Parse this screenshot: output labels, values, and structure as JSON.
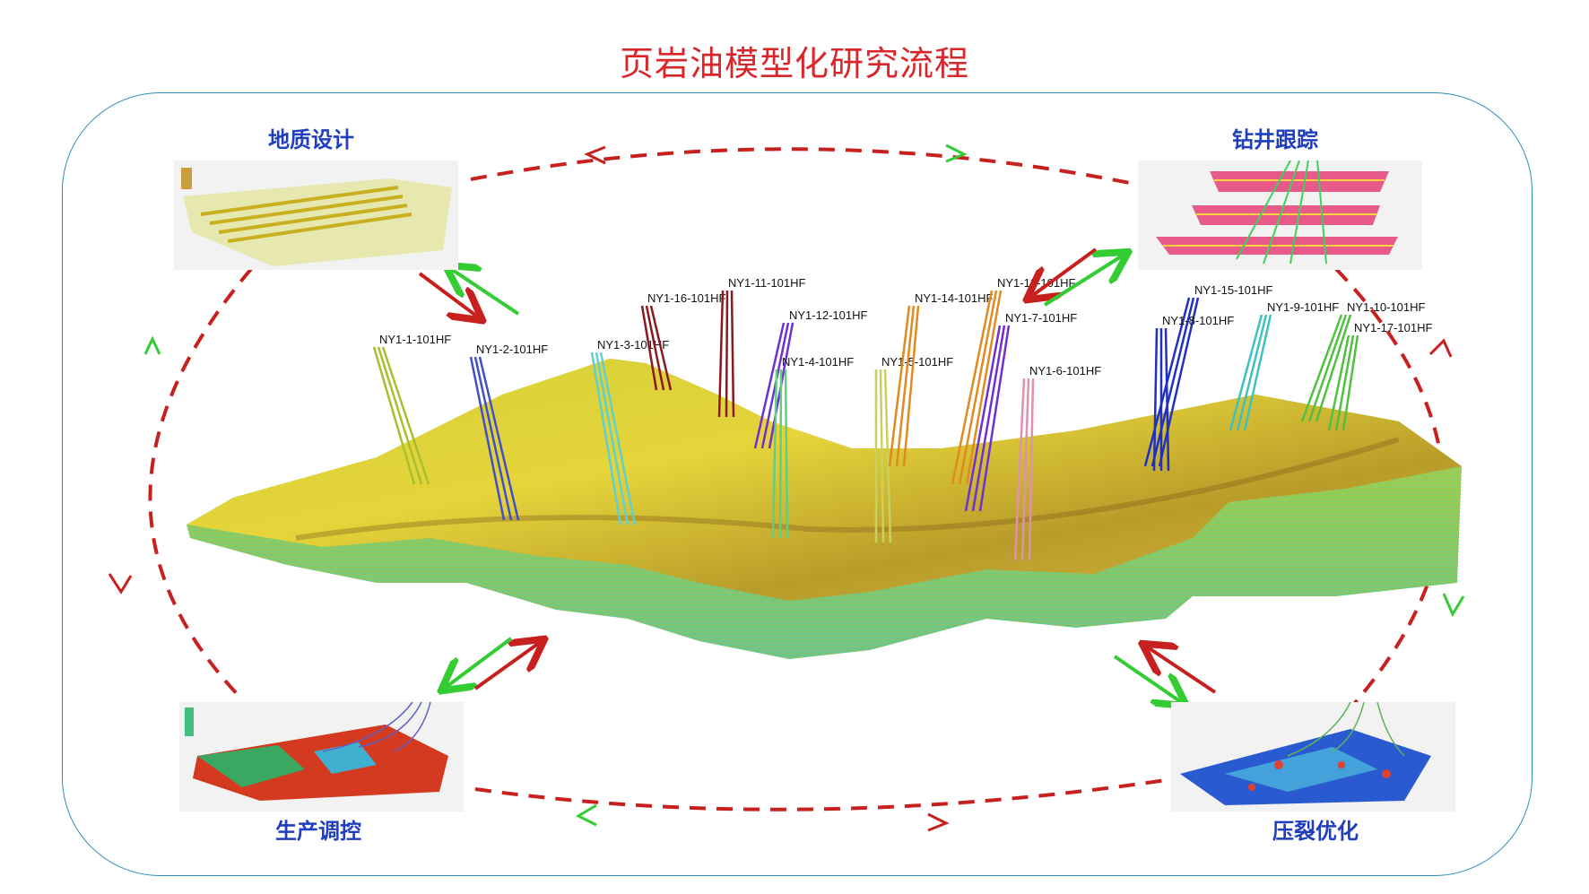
{
  "title": "页岩油模型化研究流程",
  "stages": {
    "geology_design": "地质设计",
    "drilling_tracking": "钻井跟踪",
    "production_control": "生产调控",
    "fracturing_optimization": "压裂优化"
  },
  "wells": [
    "NY1-1-101HF",
    "NY1-2-101HF",
    "NY1-3-101HF",
    "NY1-16-101HF",
    "NY1-11-101HF",
    "NY1-12-101HF",
    "NY1-4-101HF",
    "NY1-5-101HF",
    "NY1-14-101HF",
    "NY1-13-101HF",
    "NY1-7-101HF",
    "NY1-6-101HF",
    "NY1-15-101HF",
    "NY1-8-101HF",
    "NY1-9-101HF",
    "NY1-10-101HF",
    "NY1-17-101HF"
  ],
  "colors": {
    "title": "#d9262b",
    "stage_label": "#1f3fbf",
    "loop": "#c8201f",
    "arrow_green": "#33cc33",
    "arrow_red": "#c8201f",
    "frame": "#2a8fb8"
  }
}
